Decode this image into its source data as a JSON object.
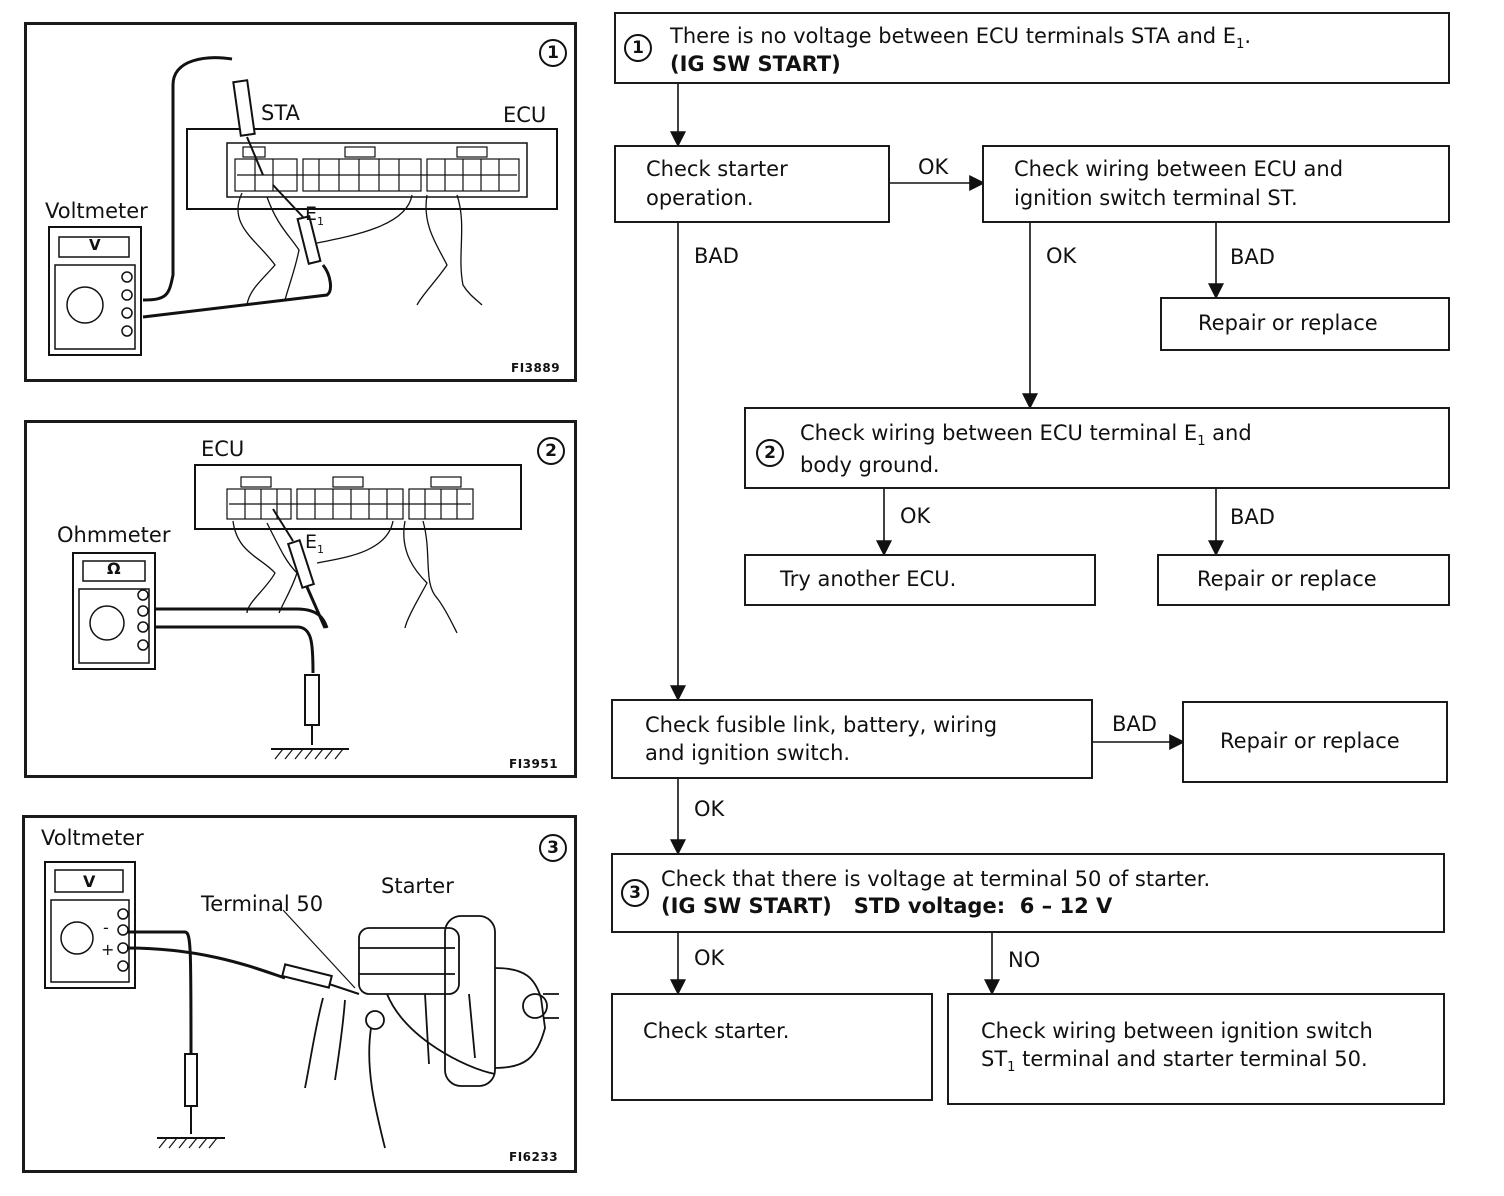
{
  "panels": {
    "p1": {
      "num": "1",
      "voltmeter": "Voltmeter",
      "unit": "V",
      "sta": "STA",
      "ecu": "ECU",
      "e1": "E",
      "e1_sub": "1",
      "code": "FI3889"
    },
    "p2": {
      "num": "2",
      "ecu": "ECU",
      "ohmmeter": "Ohmmeter",
      "unit": "Ω",
      "e1": "E",
      "e1_sub": "1",
      "code": "FI3951"
    },
    "p3": {
      "num": "3",
      "voltmeter": "Voltmeter",
      "unit": "V",
      "minus": "-",
      "plus": "+",
      "terminal": "Terminal 50",
      "starter": "Starter",
      "code": "FI6233"
    }
  },
  "flow": {
    "start": {
      "num": "1",
      "line1": "There is no voltage between ECU terminals STA and E",
      "line1_sub": "1",
      "line1_end": ".",
      "line2": "(IG SW START)"
    },
    "check_starter_op": "Check starter\noperation.",
    "check_wiring_st": {
      "line1": "Check wiring between ECU and",
      "line2": "ignition switch terminal ST."
    },
    "repair1": "Repair or replace",
    "check_wiring_e1": {
      "num": "2",
      "line1": "Check wiring between ECU terminal E",
      "line1_sub": "1",
      "line1_end": " and",
      "line2": "body ground."
    },
    "try_ecu": "Try another ECU.",
    "repair2": "Repair or replace",
    "check_fusible": {
      "line1": "Check fusible link, battery, wiring",
      "line2": "and ignition switch."
    },
    "repair3": "Repair or replace",
    "check_voltage": {
      "num": "3",
      "line1": "Check that there is voltage at terminal 50 of starter.",
      "line2a": "(IG SW START)",
      "line2b": "STD voltage:",
      "line2c": "6 – 12 V"
    },
    "check_starter": "Check starter.",
    "check_wiring_st1": {
      "line1": "Check wiring between ignition switch",
      "line2a": "ST",
      "line2_sub": "1",
      "line2b": " terminal and starter terminal 50."
    },
    "labels": {
      "ok1": "OK",
      "bad1": "BAD",
      "ok2": "OK",
      "bad2": "BAD",
      "ok3": "OK",
      "bad3": "BAD",
      "bad4": "BAD",
      "ok4": "OK",
      "ok5": "OK",
      "no1": "NO"
    }
  }
}
